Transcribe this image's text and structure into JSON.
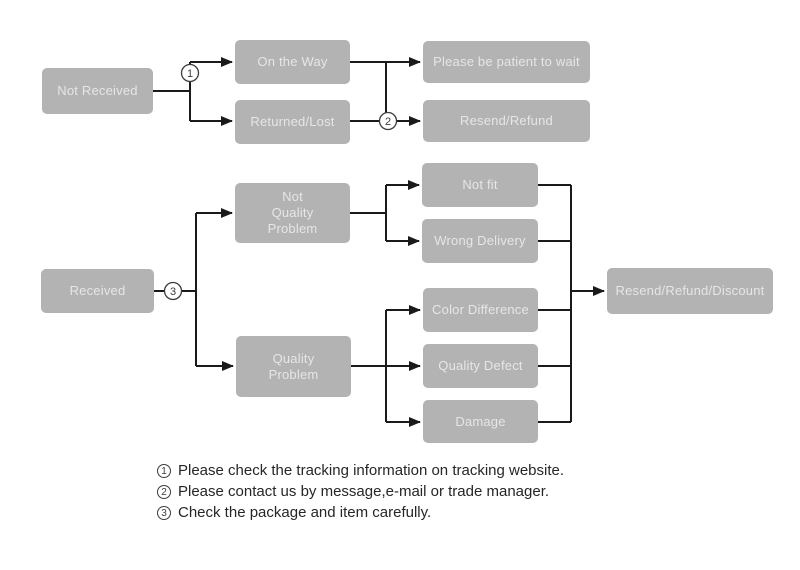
{
  "flowchart": {
    "nodes": {
      "not_received": "Not Received",
      "on_the_way": "On the Way",
      "returned_lost": "Returned/Lost",
      "please_wait": "Please be patient to wait",
      "resend_refund": "Resend/Refund",
      "received": "Received",
      "not_quality_problem": "Not\nQuality\nProblem",
      "quality_problem": "Quality\nProblem",
      "not_fit": "Not fit",
      "wrong_delivery": "Wrong Delivery",
      "color_difference": "Color Difference",
      "quality_defect": "Quality Defect",
      "damage": "Damage",
      "resend_refund_discount": "Resend/Refund/Discount"
    },
    "step_markers": {
      "one": "1",
      "two": "2",
      "three": "3"
    },
    "notes": [
      {
        "marker": "1",
        "text": "Please check the tracking information on tracking website."
      },
      {
        "marker": "2",
        "text": "Please contact us by message,e-mail or trade manager."
      },
      {
        "marker": "3",
        "text": "Check the package and item carefully."
      }
    ],
    "colors": {
      "box_fill": "#b3b3b3",
      "box_text": "#e6e6e6",
      "line": "#1a1a1a",
      "note_text": "#262626",
      "background": "#ffffff"
    }
  }
}
